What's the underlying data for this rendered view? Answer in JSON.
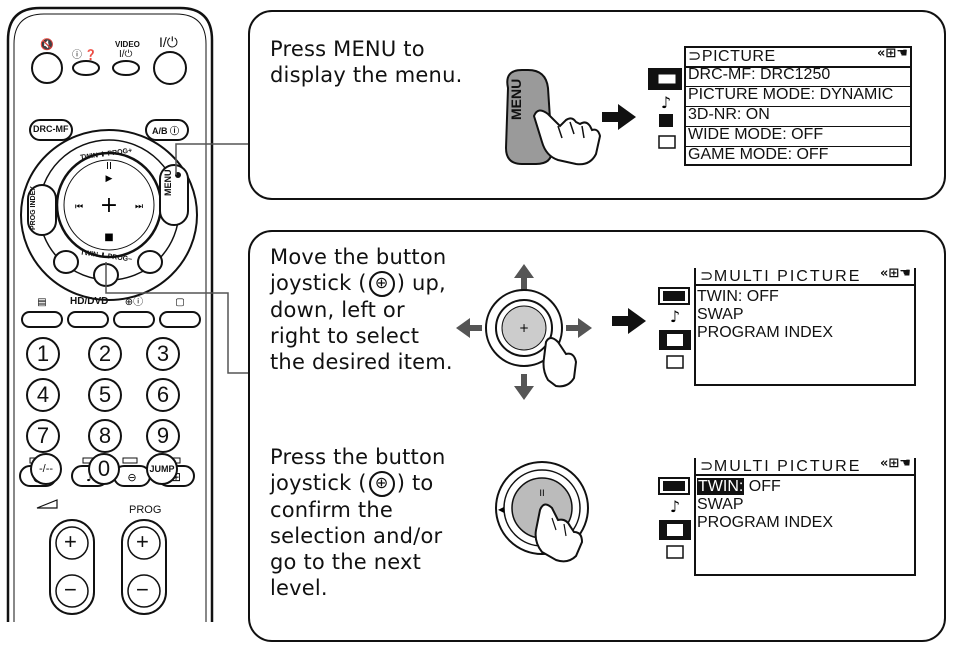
{
  "remote": {
    "top_labels": {
      "mute_icon": "mute-icon",
      "info_label": "ⓘ ❓",
      "video_label": "VIDEO",
      "video_sub": "I/⏻",
      "power_label": "I/⏻"
    },
    "drc_mf": "DRC-MF",
    "ab": "A/B ⓘ",
    "menu": "MENU",
    "prog_index": "PROG INDEX",
    "twin_prog_top": "TWIN ⬆ PROG+",
    "twin_prog_bottom": "TWIN ⬇ PROG−",
    "hd_dvd": "HD/DVD",
    "numbers": [
      "1",
      "2",
      "3",
      "4",
      "5",
      "6",
      "7",
      "8",
      "9",
      "-/--",
      "0",
      "JUMP"
    ],
    "prog": "PROG",
    "plus": "+",
    "minus": "−"
  },
  "step1": {
    "text_lines": [
      "Press MENU to",
      "display the menu."
    ],
    "button_label": "MENU",
    "menu": {
      "title": "PICTURE",
      "items": [
        "DRC-MF: DRC1250",
        "PICTURE MODE: DYNAMIC",
        "3D-NR: ON",
        "WIDE MODE: OFF",
        "GAME MODE: OFF"
      ]
    }
  },
  "step2": {
    "text_lines": [
      "Move the button",
      "joystick (",
      ") up,",
      "down, left or",
      "right to select",
      "the desired item."
    ],
    "menu": {
      "title": "MULTI PICTURE",
      "items": [
        "TWIN: OFF",
        "SWAP",
        "PROGRAM INDEX"
      ]
    }
  },
  "step3": {
    "text_lines": [
      "Press the button",
      "joystick (",
      ") to",
      "confirm the",
      "selection and/or",
      "go to the next",
      "level."
    ],
    "menu": {
      "title": "MULTI PICTURE",
      "items_highlight": "TWIN:",
      "items_rest": " OFF",
      "items": [
        "SWAP",
        "PROGRAM INDEX"
      ]
    }
  }
}
